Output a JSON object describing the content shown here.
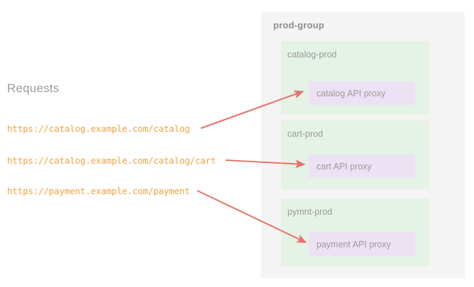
{
  "requests": {
    "title": "Requests",
    "urls": [
      {
        "text": "https://catalog.example.com/catalog"
      },
      {
        "text": "https://catalog.example.com/catalog/cart"
      },
      {
        "text": "https://payment.example.com/payment"
      }
    ]
  },
  "prod_group": {
    "title": "prod-group",
    "environments": [
      {
        "label": "catalog-prod",
        "proxy": "catalog API proxy"
      },
      {
        "label": "cart-prod",
        "proxy": "cart API proxy"
      },
      {
        "label": "pymnt-prod",
        "proxy": "payment API proxy"
      }
    ]
  },
  "arrows": [
    {
      "name": "arrow-catalog-to-catalog-proxy",
      "from": "https://catalog.example.com/catalog",
      "to": "catalog API proxy"
    },
    {
      "name": "arrow-cart-to-cart-proxy",
      "from": "https://catalog.example.com/catalog/cart",
      "to": "cart API proxy"
    },
    {
      "name": "arrow-payment-to-payment-proxy",
      "from": "https://payment.example.com/payment",
      "to": "payment API proxy"
    }
  ],
  "colors": {
    "background": "#ffffff",
    "panel": "#f4f4f4",
    "environment": "#e5f2e6",
    "proxy": "#ece2f3",
    "url_text": "#f5a03c",
    "label_text": "#9a9a9a",
    "title_text": "#8d8d8d",
    "arrow": "#e8726b"
  }
}
